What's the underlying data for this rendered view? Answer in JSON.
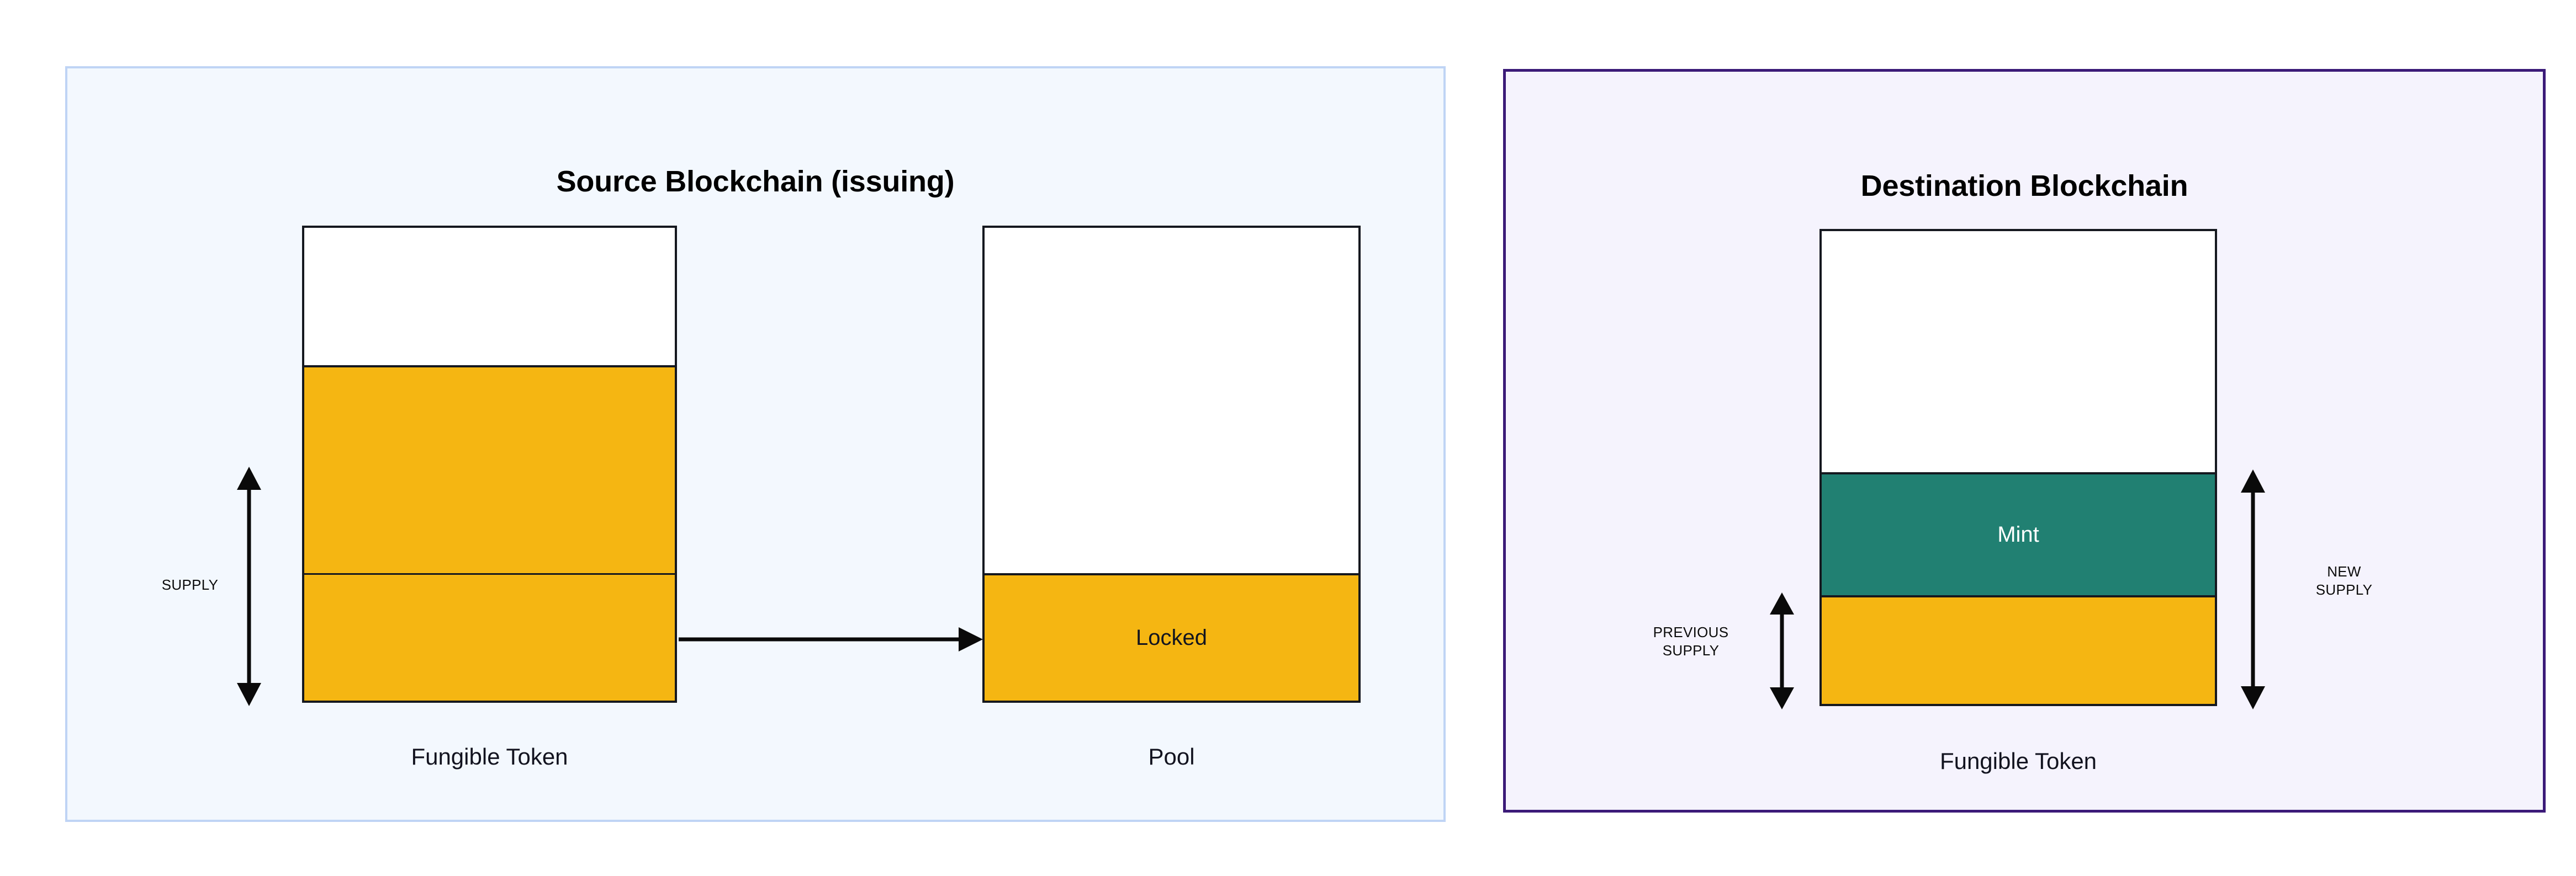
{
  "diagram": {
    "title_source": "Source Blockchain (issuing)",
    "title_destination": "Destination Blockchain"
  },
  "source_panel": {
    "title": "Source Blockchain (issuing)",
    "background_color": "#f3f8fe",
    "border_color": "#bfd4f5",
    "token_bar": {
      "caption": "Fungible Token",
      "segments": [
        {
          "name": "headroom",
          "label": "",
          "color": "#ffffff",
          "height_pct": 29
        },
        {
          "name": "supply-upper",
          "label": "",
          "color": "#F5B612",
          "height_pct": 44
        },
        {
          "name": "supply-lower",
          "label": "",
          "color": "#F5B612",
          "height_pct": 27
        }
      ]
    },
    "pool_bar": {
      "caption": "Pool",
      "segments": [
        {
          "name": "empty",
          "label": "",
          "color": "#ffffff",
          "height_pct": 73
        },
        {
          "name": "locked",
          "label": "Locked",
          "color": "#F5B612",
          "height_pct": 27
        }
      ]
    },
    "supply_measure": {
      "label": "SUPPLY"
    },
    "transfer_arrow": {
      "label": ""
    }
  },
  "destination_panel": {
    "title": "Destination Blockchain",
    "background_color": "#f5f3fd",
    "border_color": "#3b1a78",
    "token_bar": {
      "caption": "Fungible Token",
      "segments": [
        {
          "name": "headroom",
          "label": "",
          "color": "#ffffff",
          "height_pct": 51
        },
        {
          "name": "mint",
          "label": "Mint",
          "color": "#218072",
          "height_pct": 26
        },
        {
          "name": "previous-supply",
          "label": "",
          "color": "#F5B612",
          "height_pct": 23
        }
      ]
    },
    "previous_supply_measure": {
      "label": "PREVIOUS\nSUPPLY"
    },
    "new_supply_measure": {
      "label": "NEW\nSUPPLY"
    }
  },
  "colors": {
    "gold": "#F5B612",
    "teal": "#218072",
    "ink": "#15181f",
    "source_border": "#bfd4f5",
    "destination_border": "#3b1a78"
  }
}
